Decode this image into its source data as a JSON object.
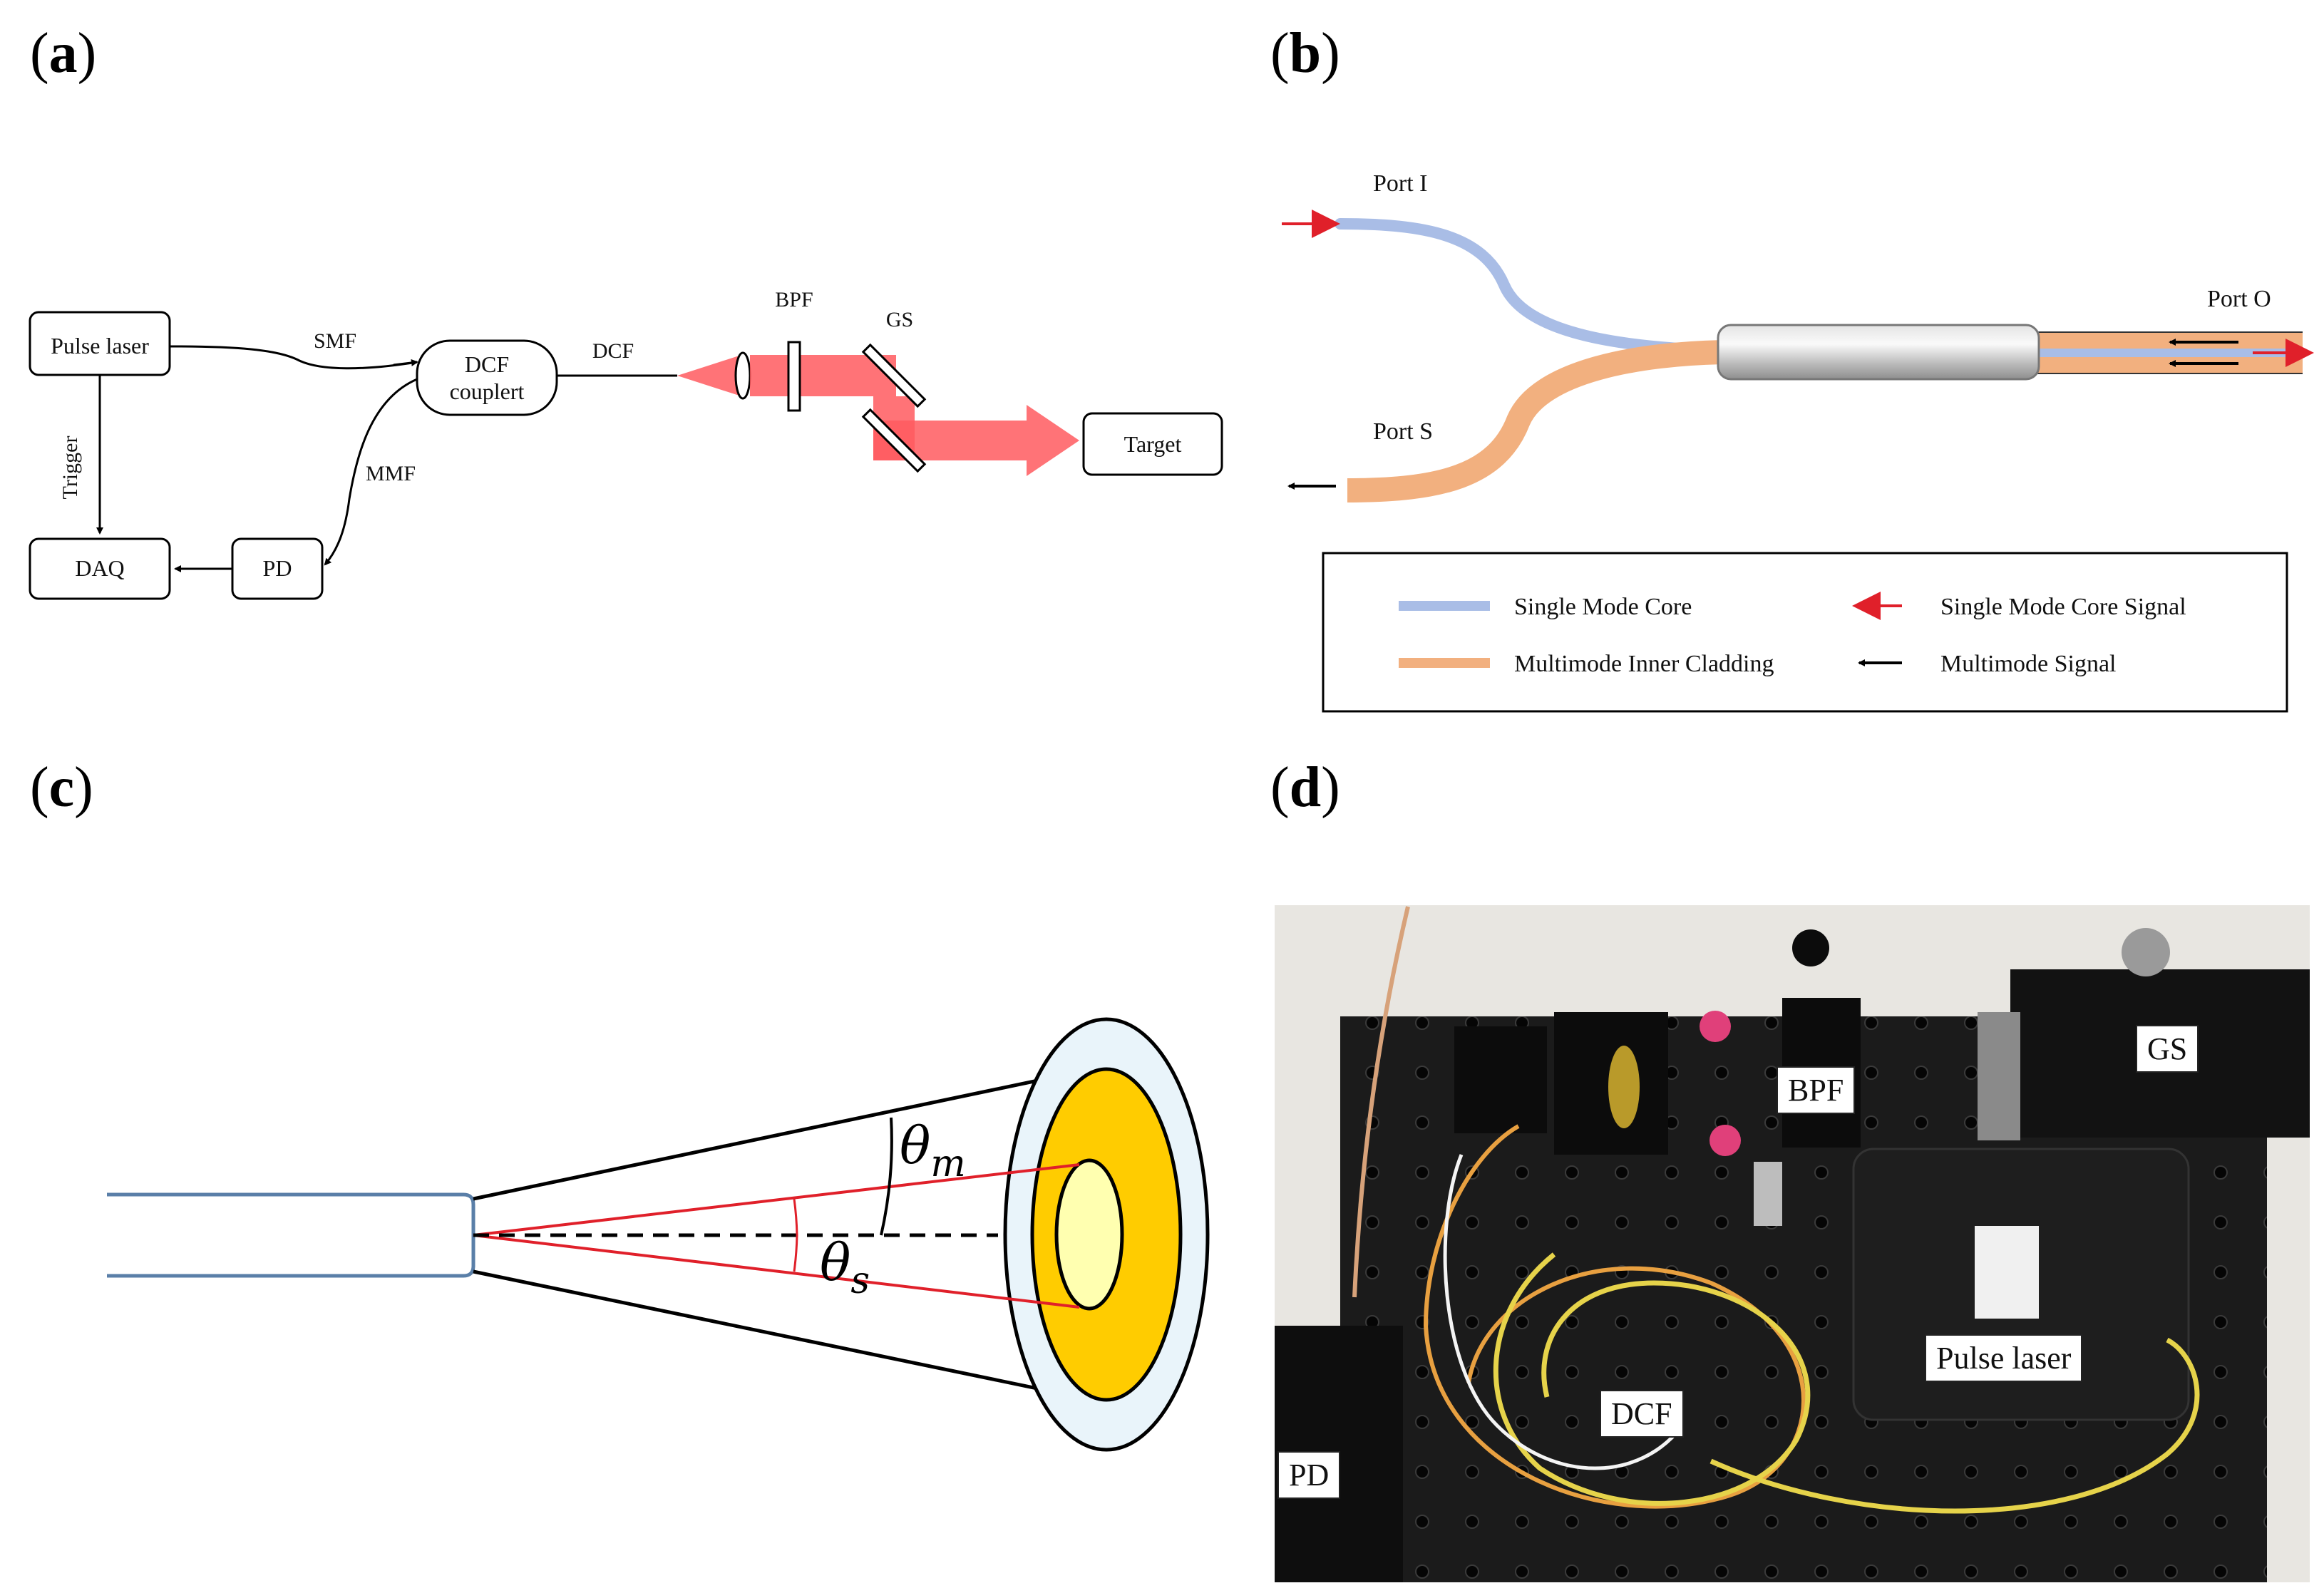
{
  "panels": {
    "a": {
      "open": "(",
      "letter": "a",
      "close": ")"
    },
    "b": {
      "open": "(",
      "letter": "b",
      "close": ")"
    },
    "c": {
      "open": "(",
      "letter": "c",
      "close": ")"
    },
    "d": {
      "open": "(",
      "letter": "d",
      "close": ")"
    }
  },
  "diagram_a": {
    "pulse_laser": "Pulse laser",
    "smf": "SMF",
    "dcf_coupler_line1": "DCF",
    "dcf_coupler_line2": "couplert",
    "dcf": "DCF",
    "bpf": "BPF",
    "gs": "GS",
    "target": "Target",
    "trigger": "Trigger",
    "mmf": "MMF",
    "daq": "DAQ",
    "pd": "PD",
    "beam_color": "#ff5a5f"
  },
  "diagram_b": {
    "port_i": "Port I",
    "port_s": "Port S",
    "port_o": "Port O",
    "legend": {
      "core": "Single Mode Core",
      "cladding": "Multimode Inner Cladding",
      "core_signal": "Single Mode Core Signal",
      "mm_signal": "Multimode Signal"
    },
    "core_color": "#a9bde6",
    "cladding_color": "#f2b07f",
    "signal_color": "#e0202a"
  },
  "diagram_c": {
    "theta": "θ",
    "sub_m": "m",
    "sub_s": "s",
    "outer_ring_color": "#e9f4fa",
    "cladding_color": "#ffcc00",
    "core_color": "#ffffb0",
    "fiber_border": "#5a7fa8"
  },
  "photo_d": {
    "gs": "GS",
    "bpf": "BPF",
    "pulse_laser": "Pulse laser",
    "dcf": "DCF",
    "pd": "PD"
  }
}
